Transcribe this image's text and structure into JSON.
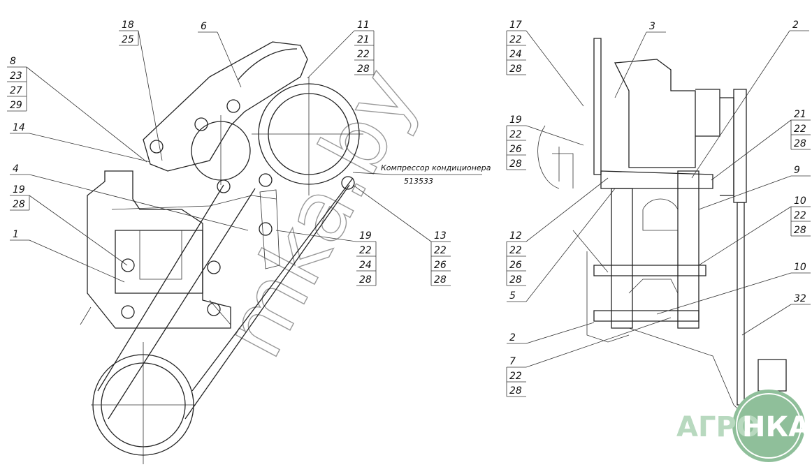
{
  "left_view": {
    "callouts": [
      {
        "id": "c18",
        "lines": [
          "18",
          "25"
        ]
      },
      {
        "id": "c6",
        "lines": [
          "6"
        ]
      },
      {
        "id": "c11",
        "lines": [
          "11",
          "21",
          "22",
          "28"
        ]
      },
      {
        "id": "c8",
        "lines": [
          "8",
          "23",
          "27",
          "29"
        ]
      },
      {
        "id": "c14",
        "lines": [
          "14"
        ]
      },
      {
        "id": "c4",
        "lines": [
          "4"
        ]
      },
      {
        "id": "c19a",
        "lines": [
          "19",
          "28"
        ]
      },
      {
        "id": "c1",
        "lines": [
          "1"
        ]
      },
      {
        "id": "c19b",
        "lines": [
          "19",
          "22",
          "24",
          "28"
        ]
      },
      {
        "id": "c13",
        "lines": [
          "13",
          "22",
          "26",
          "28"
        ]
      }
    ],
    "compressor_label": "Компрессор кондиционера",
    "compressor_number": "513533"
  },
  "right_view": {
    "callouts": [
      {
        "id": "c17",
        "lines": [
          "17",
          "22",
          "24",
          "28"
        ]
      },
      {
        "id": "c3",
        "lines": [
          "3"
        ]
      },
      {
        "id": "c2a",
        "lines": [
          "2"
        ]
      },
      {
        "id": "c19c",
        "lines": [
          "19",
          "22",
          "26",
          "28"
        ]
      },
      {
        "id": "c21",
        "lines": [
          "21",
          "22",
          "28"
        ]
      },
      {
        "id": "c9",
        "lines": [
          "9"
        ]
      },
      {
        "id": "c10a",
        "lines": [
          "10",
          "22",
          "28"
        ]
      },
      {
        "id": "c12",
        "lines": [
          "12",
          "22",
          "26",
          "28"
        ]
      },
      {
        "id": "c5",
        "lines": [
          "5"
        ]
      },
      {
        "id": "c10b",
        "lines": [
          "10"
        ]
      },
      {
        "id": "c32",
        "lines": [
          "32"
        ]
      },
      {
        "id": "c2b",
        "lines": [
          "2"
        ]
      },
      {
        "id": "c7",
        "lines": [
          "7",
          "22",
          "28"
        ]
      }
    ]
  },
  "watermark": "mka.by",
  "logo": {
    "left": "АГРО",
    "right": "НКА",
    "color": "#8fbf9a"
  }
}
